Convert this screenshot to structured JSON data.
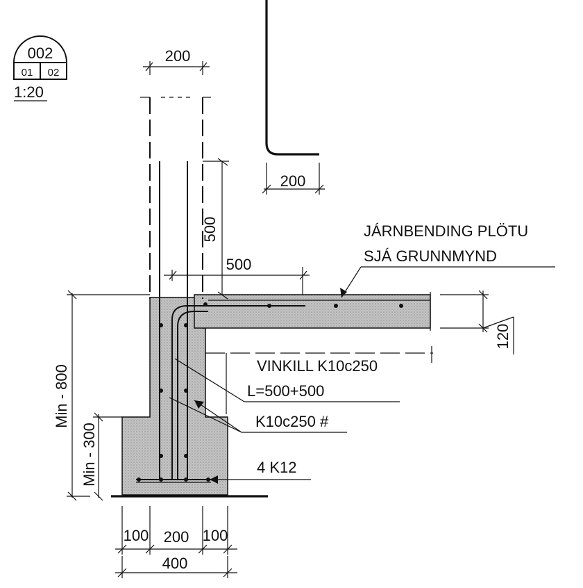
{
  "detail_marker": {
    "number": "002",
    "sheet_a": "01",
    "sheet_b": "02",
    "scale": "1:20"
  },
  "dimensions": {
    "wall_top": "200",
    "upper_wall": "200",
    "bar_vertical": "500",
    "bar_horizontal": "500",
    "slab_thickness": "120",
    "min_height_total": "Min - 800",
    "min_height_footing": "Min - 300",
    "footing_left": "100",
    "footing_mid": "200",
    "footing_right": "100",
    "footing_total": "400"
  },
  "labels": {
    "slab_note_line1": "JÁRNBENDING PLÖTU",
    "slab_note_line2": "SJÁ GRUNNMYND",
    "angle_bar_line1": "VINKILL K10c250",
    "angle_bar_line2": "L=500+500",
    "stirrups": "K10c250 #",
    "bottom_bars": "4 K12"
  },
  "colors": {
    "line": "#111111",
    "concrete_fill": "#bdbdbd"
  }
}
